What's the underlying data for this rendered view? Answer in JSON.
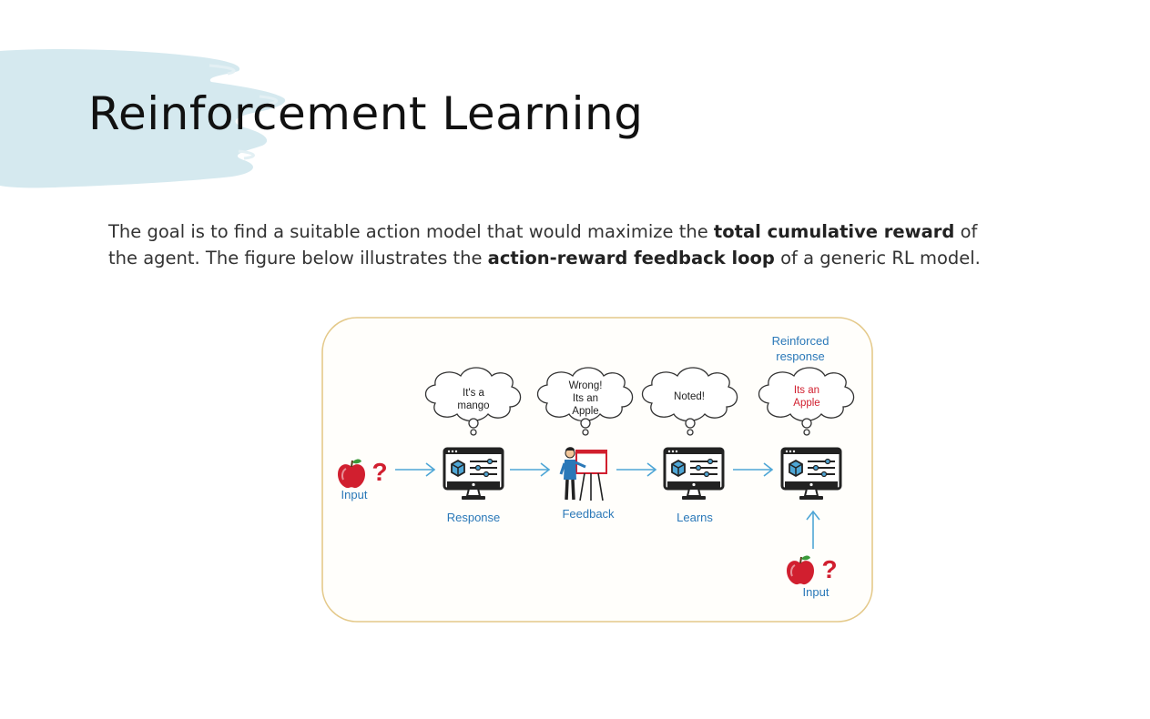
{
  "slide": {
    "title": "Reinforcement Learning",
    "intro": {
      "part1": "The goal is to find a suitable action model that would maximize the ",
      "bold1": "total cumulative reward",
      "part2": " of the agent. The figure below illustrates the ",
      "bold2": "action-reward feedback loop",
      "part3": " of a generic RL model."
    }
  },
  "diagram": {
    "input_label": "Input",
    "question_mark": "?",
    "response_label": "Response",
    "feedback_label": "Feedback",
    "learns_label": "Learns",
    "reinforced_line1": "Reinforced",
    "reinforced_line2": "response",
    "input2_label": "Input",
    "cloud1_line1": "It's a",
    "cloud1_line2": "mango",
    "cloud2_line1": "Wrong!",
    "cloud2_line2": "Its an",
    "cloud2_line3": "Apple",
    "cloud3_line1": "Noted!",
    "cloud4_line1": "Its an",
    "cloud4_line2": "Apple"
  },
  "colors": {
    "brush": "#d5e9ef",
    "frame": "#e4c98a",
    "arrow": "#4ea6d6",
    "label_blue": "#2a78b8",
    "apple_red": "#d11f2f"
  },
  "icons": [
    "brush-stroke",
    "apple-icon",
    "question-mark-icon",
    "monitor-icon",
    "thought-cloud-icon",
    "presenter-icon",
    "arrow-icon"
  ]
}
